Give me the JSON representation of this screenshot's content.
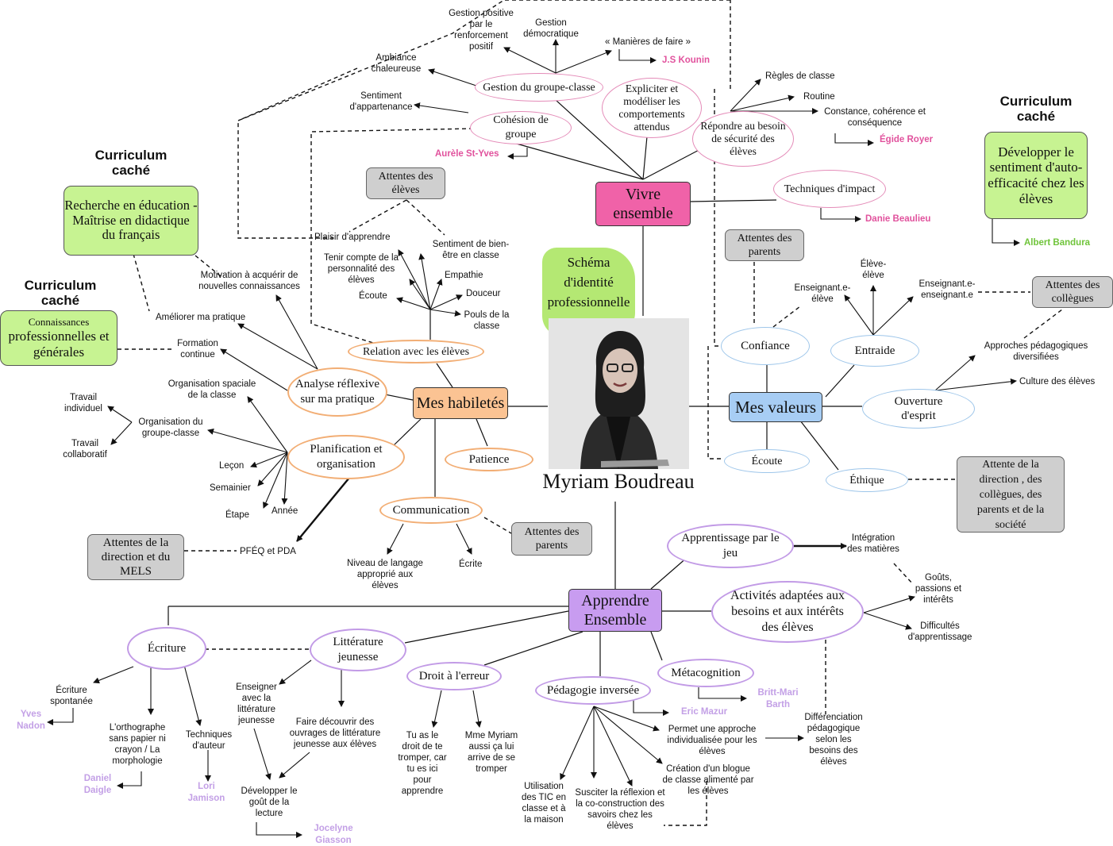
{
  "center": {
    "bubble_title": "Schéma d'identité professionnelle",
    "person_name": "Myriam Boudreau"
  },
  "main_nodes": {
    "vivre": "Vivre ensemble",
    "habiletes": "Mes habiletés",
    "valeurs": "Mes valeurs",
    "apprendre": "Apprendre Ensemble"
  },
  "hidden_curriculum": {
    "header": "Curriculum caché",
    "recherche": "Recherche en éducation - Maîtrise en didactique du français",
    "connaissances_small": "Connaissances",
    "connaissances_big": "professionnelles et générales",
    "autoefficacite": "Développer le sentiment d'auto-efficacité chez les élèves",
    "bandura": "Albert Bandura"
  },
  "vivre_ensemble": {
    "gestion": "Gestion du groupe-classe",
    "cohesion": "Cohésion de groupe",
    "expliciter": "Expliciter et modéliser les comportements attendus",
    "securite": "Répondre au besoin de sécurité des élèves",
    "techniques": "Techniques d'impact",
    "gestion_positive": "Gestion positive par le renforcement positif",
    "gestion_democratique": "Gestion démocratique",
    "manieres": "« Manières de faire »",
    "kounin": "J.S Kounin",
    "ambiance": "Ambiance chaleureuse",
    "appartenance": "Sentiment d'appartenance",
    "st_yves": "Aurèle St-Yves",
    "regles": "Règles de classe",
    "routine": "Routine",
    "constance": "Constance, cohérence et conséquence",
    "royer": "Égide Royer",
    "beaulieu": "Danie Beaulieu"
  },
  "habiletes": {
    "attentes_eleves": "Attentes des élèves",
    "plaisir": "Plaisir d'apprendre",
    "personnalite": "Tenir compte de la personnalité des élèves",
    "bien_etre": "Sentiment de bien-être en classe",
    "empathie": "Empathie",
    "douceur": "Douceur",
    "ecoute": "Écoute",
    "pouls": "Pouls de la classe",
    "relation": "Relation avec les élèves",
    "analyse": "Analyse réflexive sur ma pratique",
    "motivation": "Motivation à acquérir de nouvelles connaissances",
    "ameliorer": "Améliorer ma pratique",
    "formation": "Formation continue",
    "planification": "Planification et organisation",
    "org_spaciale": "Organisation spaciale de la classe",
    "org_groupe": "Organisation du groupe-classe",
    "travail_ind": "Travail individuel",
    "travail_col": "Travail collaboratif",
    "lecon": "Leçon",
    "semainier": "Semainier",
    "etape": "Étape",
    "annee": "Année",
    "pfeq": "PFÉQ et PDA",
    "attentes_mels": "Attentes de la direction et du MELS",
    "patience": "Patience",
    "communication": "Communication",
    "attentes_parents": "Attentes des parents",
    "niveau_langage": "Niveau de langage approprié aux élèves",
    "ecrite": "Écrite"
  },
  "valeurs": {
    "attentes_parents": "Attentes des parents",
    "confiance": "Confiance",
    "entraide": "Entraide",
    "ouverture": "Ouverture d'esprit",
    "ecoute": "Écoute",
    "ethique": "Éthique",
    "ens_eleve": "Enseignant.e-élève",
    "eleve_eleve": "Élève-élève",
    "ens_ens": "Enseignant.e-enseignant.e",
    "attentes_collegues": "Attentes des collègues",
    "approches": "Approches pédagogiques diversifiées",
    "culture": "Culture des élèves",
    "attente_direction": "Attente de la direction , des collègues, des parents et de la société"
  },
  "apprendre": {
    "jeu": "Apprentissage par le jeu",
    "integration": "Intégration des matières",
    "activites": "Activités adaptées aux besoins et aux intérêts des élèves",
    "gouts": "Goûts, passions et intérêts",
    "difficultes": "Difficultés d'apprentissage",
    "differenciation": "Différenciation pédagogique selon les besoins des élèves",
    "ecriture": "Écriture",
    "litterature": "Littérature jeunesse",
    "droit": "Droit à l'erreur",
    "pedagogie": "Pédagogie inversée",
    "metacognition": "Métacognition",
    "barth": "Britt-Mari Barth",
    "mazur": "Eric Mazur",
    "ecriture_spontanee": "Écriture spontanée",
    "nadon": "Yves Nadon",
    "orthographe": "L'orthographe sans papier ni crayon / La morphologie",
    "daigle": "Daniel Daigle",
    "techniques_auteur": "Techniques d'auteur",
    "jamison": "Lori Jamison",
    "enseigner_lit": "Enseigner avec la littérature jeunesse",
    "faire_decouvrir": "Faire découvrir des ouvrages de littérature jeunesse aux élèves",
    "gout_lecture": "Développer le goût de la lecture",
    "giasson": "Jocelyne Giasson",
    "tu_as": "Tu as le droit de te tromper, car tu es ici pour apprendre",
    "mme": "Mme Myriam aussi ça lui arrive de se tromper",
    "tic": "Utilisation des TIC en classe et à la maison",
    "susciter": "Susciter la réflexion et la co-construction des savoirs chez les élèves",
    "individualisee": "Permet une approche individualisée pour les élèves",
    "blogue": "Création d'un blogue de classe alimenté par les élèves"
  }
}
